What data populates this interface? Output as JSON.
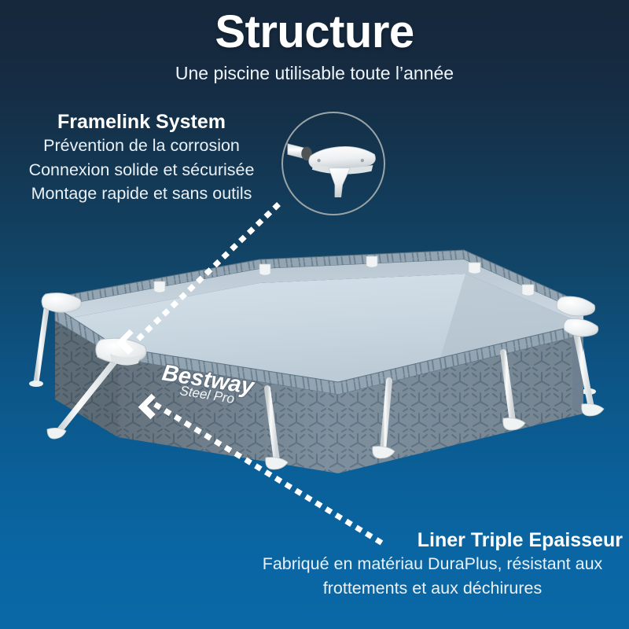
{
  "poster": {
    "title": "Structure",
    "subtitle": "Une piscine utilisable toute l’année",
    "background_top_color": "#16283c",
    "background_bottom_color": "#0a68a6"
  },
  "callouts": {
    "framelink": {
      "heading": "Framelink System",
      "lines": [
        "Prévention de la corrosion",
        "Connexion solide et sécurisée",
        "Montage rapide et sans outils"
      ]
    },
    "liner": {
      "heading": "Liner Triple Epaisseur",
      "lines": [
        "Fabriqué en matériau DuraPlus, résistant aux",
        "frottements et aux déchirures"
      ]
    }
  },
  "inset": {
    "name": "framelink-connector-photo",
    "ring_color": "#9aa4a6"
  },
  "product": {
    "brand": "Bestway",
    "model": "Steel Pro",
    "liner_pattern_color": "#6d8091",
    "liner_base_color": "#7f909e",
    "water_color": "#ccd9e2",
    "frame_color": "#f2f4f5"
  }
}
